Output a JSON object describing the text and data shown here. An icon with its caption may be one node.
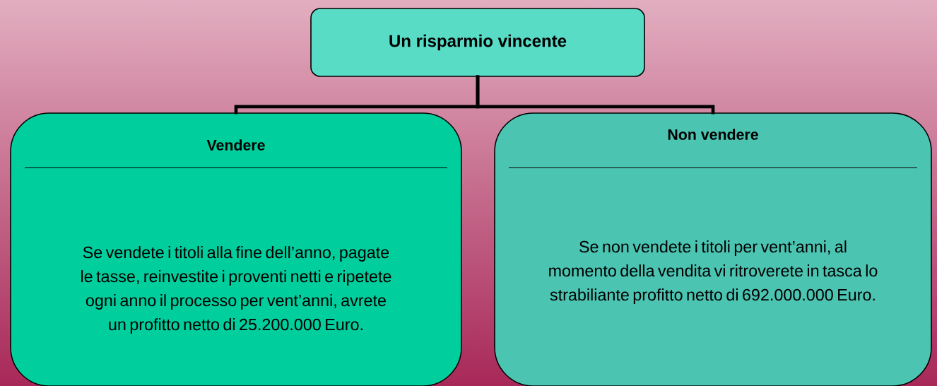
{
  "diagram": {
    "nodes": [
      {
        "text": [
          "Un risparmio vincente"
        ]
      },
      {
        "text": [
          "Vendere",
          "Se vendete i titoli alla fine dell’anno, pagate le tasse, reinvestite i proventi netti e ripetete ogni anno il processo per vent’anni, avrete un profitto netto di 25.200.000 Euro."
        ]
      },
      {
        "text": [
          "Non vendere",
          "Se non vendete i titoli per vent’anni, al momento della vendita vi ritroverete in tasca lo strabiliante profitto netto di 692.000.000 Euro."
        ]
      }
    ],
    "edges": [
      {
        "from": 0,
        "to": 1,
        "arrow": "none"
      },
      {
        "from": 0,
        "to": 2,
        "arrow": "none"
      }
    ]
  }
}
